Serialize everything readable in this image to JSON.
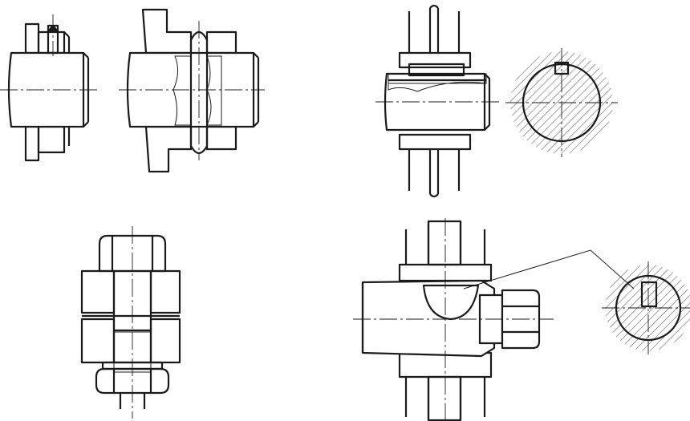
{
  "colors": {
    "part_yellow": "#d6ec7a",
    "nut_green": "#7fd19e",
    "outline": "#1a1a1a",
    "hatch": "#1a1a1a",
    "background": "#ffffff"
  },
  "figures": [
    {
      "name": "pin-through-hub-small",
      "fastener": "pin"
    },
    {
      "name": "pin-through-flange-hub",
      "fastener": "pin"
    },
    {
      "name": "parallel-key-in-hub",
      "fastener": "key"
    },
    {
      "name": "bolt-and-nut-joint",
      "fastener": "bolt"
    },
    {
      "name": "taper-shaft-woodruff-key-with-nut",
      "fastener": "woodruff-key"
    }
  ]
}
